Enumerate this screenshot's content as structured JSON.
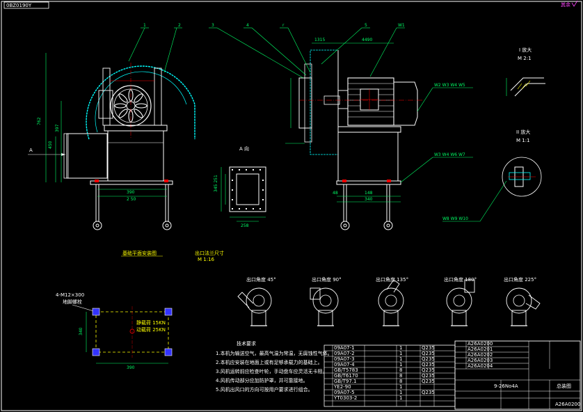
{
  "drawing": {
    "corner_code": "0BZ0190Y",
    "top_right_mark": "其余",
    "balloons": [
      "1",
      "2",
      "3",
      "4",
      "r",
      "5",
      "W1"
    ],
    "weld_labels": [
      "W2 W3 W4 W5",
      "W3 W4 W6 W7",
      "W8 W9 W10"
    ],
    "detail_i": {
      "title": "I 放大",
      "scale": "M 2:1"
    },
    "detail_ii": {
      "title": "II 放大",
      "scale": "M 1:1"
    },
    "section_a": {
      "title": "A 向"
    },
    "view_a_arrow": "A",
    "front_dims": {
      "height": "762",
      "h2": "450",
      "h3": "397",
      "w1": "390",
      "w2": "2 50"
    },
    "side_dims": {
      "d1": "1315",
      "d2": "4490",
      "b1": "48",
      "b2": "148",
      "b3": "340"
    },
    "section_dims": {
      "outer": "345 251",
      "inner": "258"
    },
    "under_front_label": "基础平面安装图",
    "under_section_label": "出口法兰尺寸",
    "under_section_scale": "M 1:16",
    "outlet_angles": [
      "出口角度 45°",
      "出口角度 90°",
      "出口角度 135°",
      "出口角度 180°",
      "出口角度 225°"
    ],
    "foundation": {
      "bolt_label": "4-M12×300",
      "bolt_sub": "地脚螺栓",
      "load1": "静载荷 15KN",
      "load2": "动载荷 25KN",
      "dim_h": "390",
      "dim_v": "340"
    },
    "tech_req": {
      "title": "技术要求",
      "items": [
        "1.本机为输送空气，最高气温为常温，无腐蚀性气体。",
        "2.本机应安装在地面上或有足够承载力的基础上。",
        "3.风机运转前应检查叶轮，手动盘车应灵活无卡阻。",
        "4.风机传动部分应加防护罩，并可靠接地。",
        "5.风机出风口的方向可按用户要求进行组合。"
      ]
    },
    "title_block": {
      "model": "9-26No4A",
      "name": "总装图",
      "drawing_no": "A26A0200"
    },
    "bom_rows": [
      [
        "09A07-1",
        "",
        "1",
        "Q235"
      ],
      [
        "09A07-2",
        "",
        "1",
        "Q235"
      ],
      [
        "09A07-3",
        "",
        "1",
        "Q235"
      ],
      [
        "09A07-4",
        "",
        "1",
        "Q235"
      ],
      [
        "GB/T5783",
        "",
        "8",
        "Q235"
      ],
      [
        "GB/T6170",
        "",
        "8",
        "Q235"
      ],
      [
        "GB/T97.1",
        "",
        "8",
        "Q235"
      ],
      [
        "YE2-90",
        "",
        "1",
        ""
      ],
      [
        "09A07-5",
        "",
        "1",
        "Q235"
      ],
      [
        "YT0303-2",
        "",
        "1",
        ""
      ]
    ],
    "rev_rows": [
      [
        "A26A0200",
        "",
        "",
        ""
      ],
      [
        "A26A0201",
        "",
        "",
        ""
      ],
      [
        "A26A0202",
        "",
        "",
        ""
      ],
      [
        "A26A0203",
        "",
        "",
        ""
      ],
      [
        "A26A0204",
        "",
        "",
        ""
      ]
    ]
  }
}
